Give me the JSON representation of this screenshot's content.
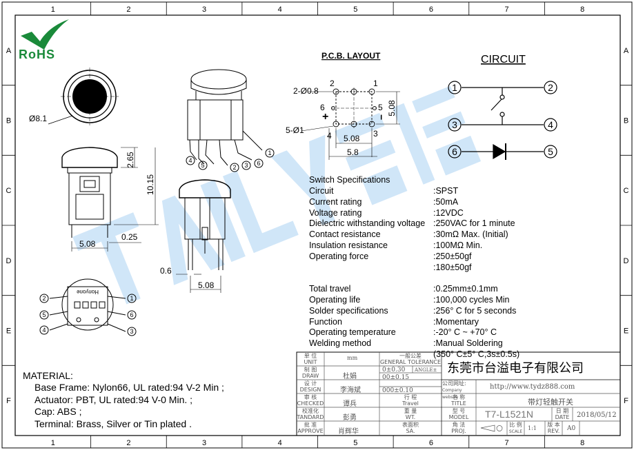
{
  "frame": {
    "columns": [
      "1",
      "2",
      "3",
      "4",
      "5",
      "6",
      "7",
      "8"
    ],
    "rows": [
      "A",
      "B",
      "C",
      "D",
      "E",
      "F"
    ]
  },
  "logo": {
    "text": "RoHS",
    "color": "#1a8a3a"
  },
  "watermark": {
    "text": "TAIYI 台溢",
    "color": "#2f8fe0"
  },
  "pcb": {
    "title": "P.C.B. LAYOUT",
    "hole_small": "2-Ø0.8",
    "hole_large": "5-Ø1",
    "pin_labels": [
      "1",
      "2",
      "3",
      "4",
      "5",
      "6"
    ],
    "plus": "+",
    "minus": "−",
    "dim_w": "5.08",
    "dim_h": "5.08",
    "dim_total": "5.8"
  },
  "circuit": {
    "title": "CIRCUIT",
    "nodes": [
      "1",
      "2",
      "3",
      "4",
      "6",
      "5"
    ]
  },
  "dims": {
    "diameter": "Ø8.1",
    "cap_h": "2.65",
    "total_h": "10.15",
    "width": "5.08",
    "offset": "0.25",
    "pin_w": "0.6",
    "pin_pitch": "5.08",
    "bottom_text": "Honyone",
    "pins": [
      "1",
      "2",
      "3",
      "4",
      "5",
      "6"
    ]
  },
  "specs": {
    "heading": "Switch Specifications",
    "items": [
      {
        "label": "Circuit",
        "value": ":SPST"
      },
      {
        "label": "Current rating",
        "value": ":50mA"
      },
      {
        "label": "Voltage rating",
        "value": ":12VDC"
      },
      {
        "label": "Dielectric withstanding voltage",
        "value": ":250VAC for 1 minute"
      },
      {
        "label": "Contact resistance",
        "value": ":30mΩ Max. (Initial)"
      },
      {
        "label": "Insulation resistance",
        "value": ":100MΩ Min."
      },
      {
        "label": "Operating force",
        "value": ":250±50gf"
      },
      {
        "label": "",
        "value": ":180±50gf"
      },
      {
        "label": "",
        "value": ""
      },
      {
        "label": "Total travel",
        "value": ":0.25mm±0.1mm"
      },
      {
        "label": "Operating life",
        "value": ":100,000 cycles Min"
      },
      {
        "label": "Solder specifications",
        "value": ":256° C for 5 seconds"
      },
      {
        "label": "Function",
        "value": ":Momentary"
      },
      {
        "label": "Operating temperature",
        "value": ":-20° C ~ +70° C"
      },
      {
        "label": "Welding method",
        "value": ":Manual Soldering"
      },
      {
        "label": "",
        "value": "(350° C±5° C,3s±0.5s)"
      }
    ]
  },
  "material": {
    "heading": "MATERIAL:",
    "items": [
      "Base Frame: Nylon66, UL rated:94 V-2 Min ;",
      "Actuator:  PBT, UL rated:94 V-0 Min. ;",
      "Cap:  ABS ;",
      "Terminal: Brass, Silver or Tin plated ."
    ]
  },
  "title_block": {
    "unit_cn": "单 位",
    "unit_en": "UNIT",
    "unit_val": "mm",
    "tol_cn": "一般公差",
    "tol_en": "GENERAL TOLERANCE",
    "tol_1": "0±0.30",
    "tol_1b": "ANGLE±",
    "tol_2": "00±0.15",
    "tol_3": "000±0.10",
    "draw_cn": "制 图",
    "draw_en": "DRAW",
    "draw_val": "杜娟",
    "design_cn": "设 计",
    "design_en": "DESIGN",
    "design_val": "李海斌",
    "check_cn": "审 核",
    "check_en": "CHECKED",
    "check_val": "谭兵",
    "std_cn": "校准化",
    "std_en": "TANDARD",
    "std_val": "彭勇",
    "approve_cn": "批 准",
    "approve_en": "APPROVE",
    "approve_val": "肖辉华",
    "travel_cn": "行 程",
    "travel_en": "Travel",
    "wt_cn": "重 量",
    "wt_en": "WT.",
    "sa_cn": "表面积",
    "sa_en": "SA.",
    "company": "东莞市台溢电子有限公司",
    "web_cn": "公司网址:",
    "web_en": "Company website",
    "web_val": "http://www.tydz888.com",
    "name_cn": "名 称",
    "name_en": "TITLE",
    "name_val": "带灯轻触开关",
    "model_cn": "型 号",
    "model_en": "MODEL",
    "model_val": "T7-L1521N",
    "date_cn": "日 期",
    "date_en": "DATE",
    "date_val": "2018/05/12",
    "proj_cn": "角 法",
    "proj_en": "PROJ.",
    "scale_cn": "比 例",
    "scale_en": "SCALE",
    "scale_val": "1:1",
    "rev_cn": "版 本",
    "rev_en": "REV.",
    "rev_val": "A0"
  }
}
